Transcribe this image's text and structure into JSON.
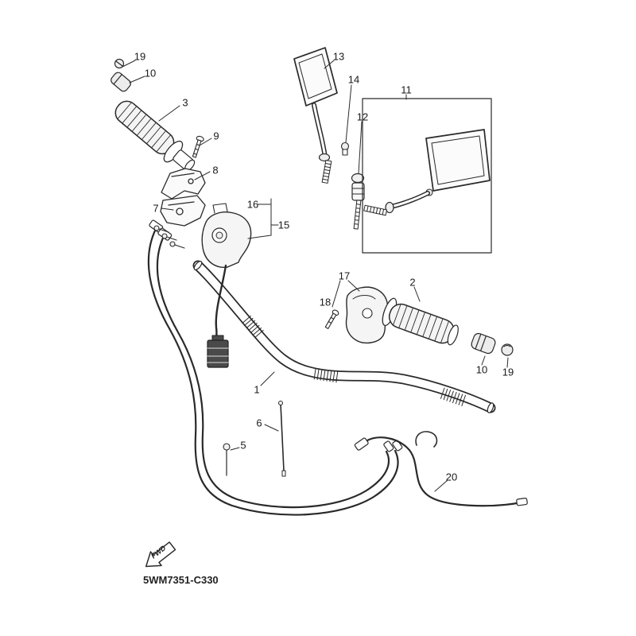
{
  "diagram": {
    "code": "5WM7351-C330",
    "fwd_label": "FWD",
    "colors": {
      "line": "#2a2a2a",
      "background": "#ffffff"
    },
    "callouts": [
      {
        "label": "19"
      },
      {
        "label": "10"
      },
      {
        "label": "3"
      },
      {
        "label": "9"
      },
      {
        "label": "8"
      },
      {
        "label": "7"
      },
      {
        "label": "16"
      },
      {
        "label": "15"
      },
      {
        "label": "13"
      },
      {
        "label": "14"
      },
      {
        "label": "11"
      },
      {
        "label": "12"
      },
      {
        "label": "17"
      },
      {
        "label": "18"
      },
      {
        "label": "2"
      },
      {
        "label": "10"
      },
      {
        "label": "19"
      },
      {
        "label": "1"
      },
      {
        "label": "6"
      },
      {
        "label": "5"
      },
      {
        "label": "20"
      }
    ]
  }
}
